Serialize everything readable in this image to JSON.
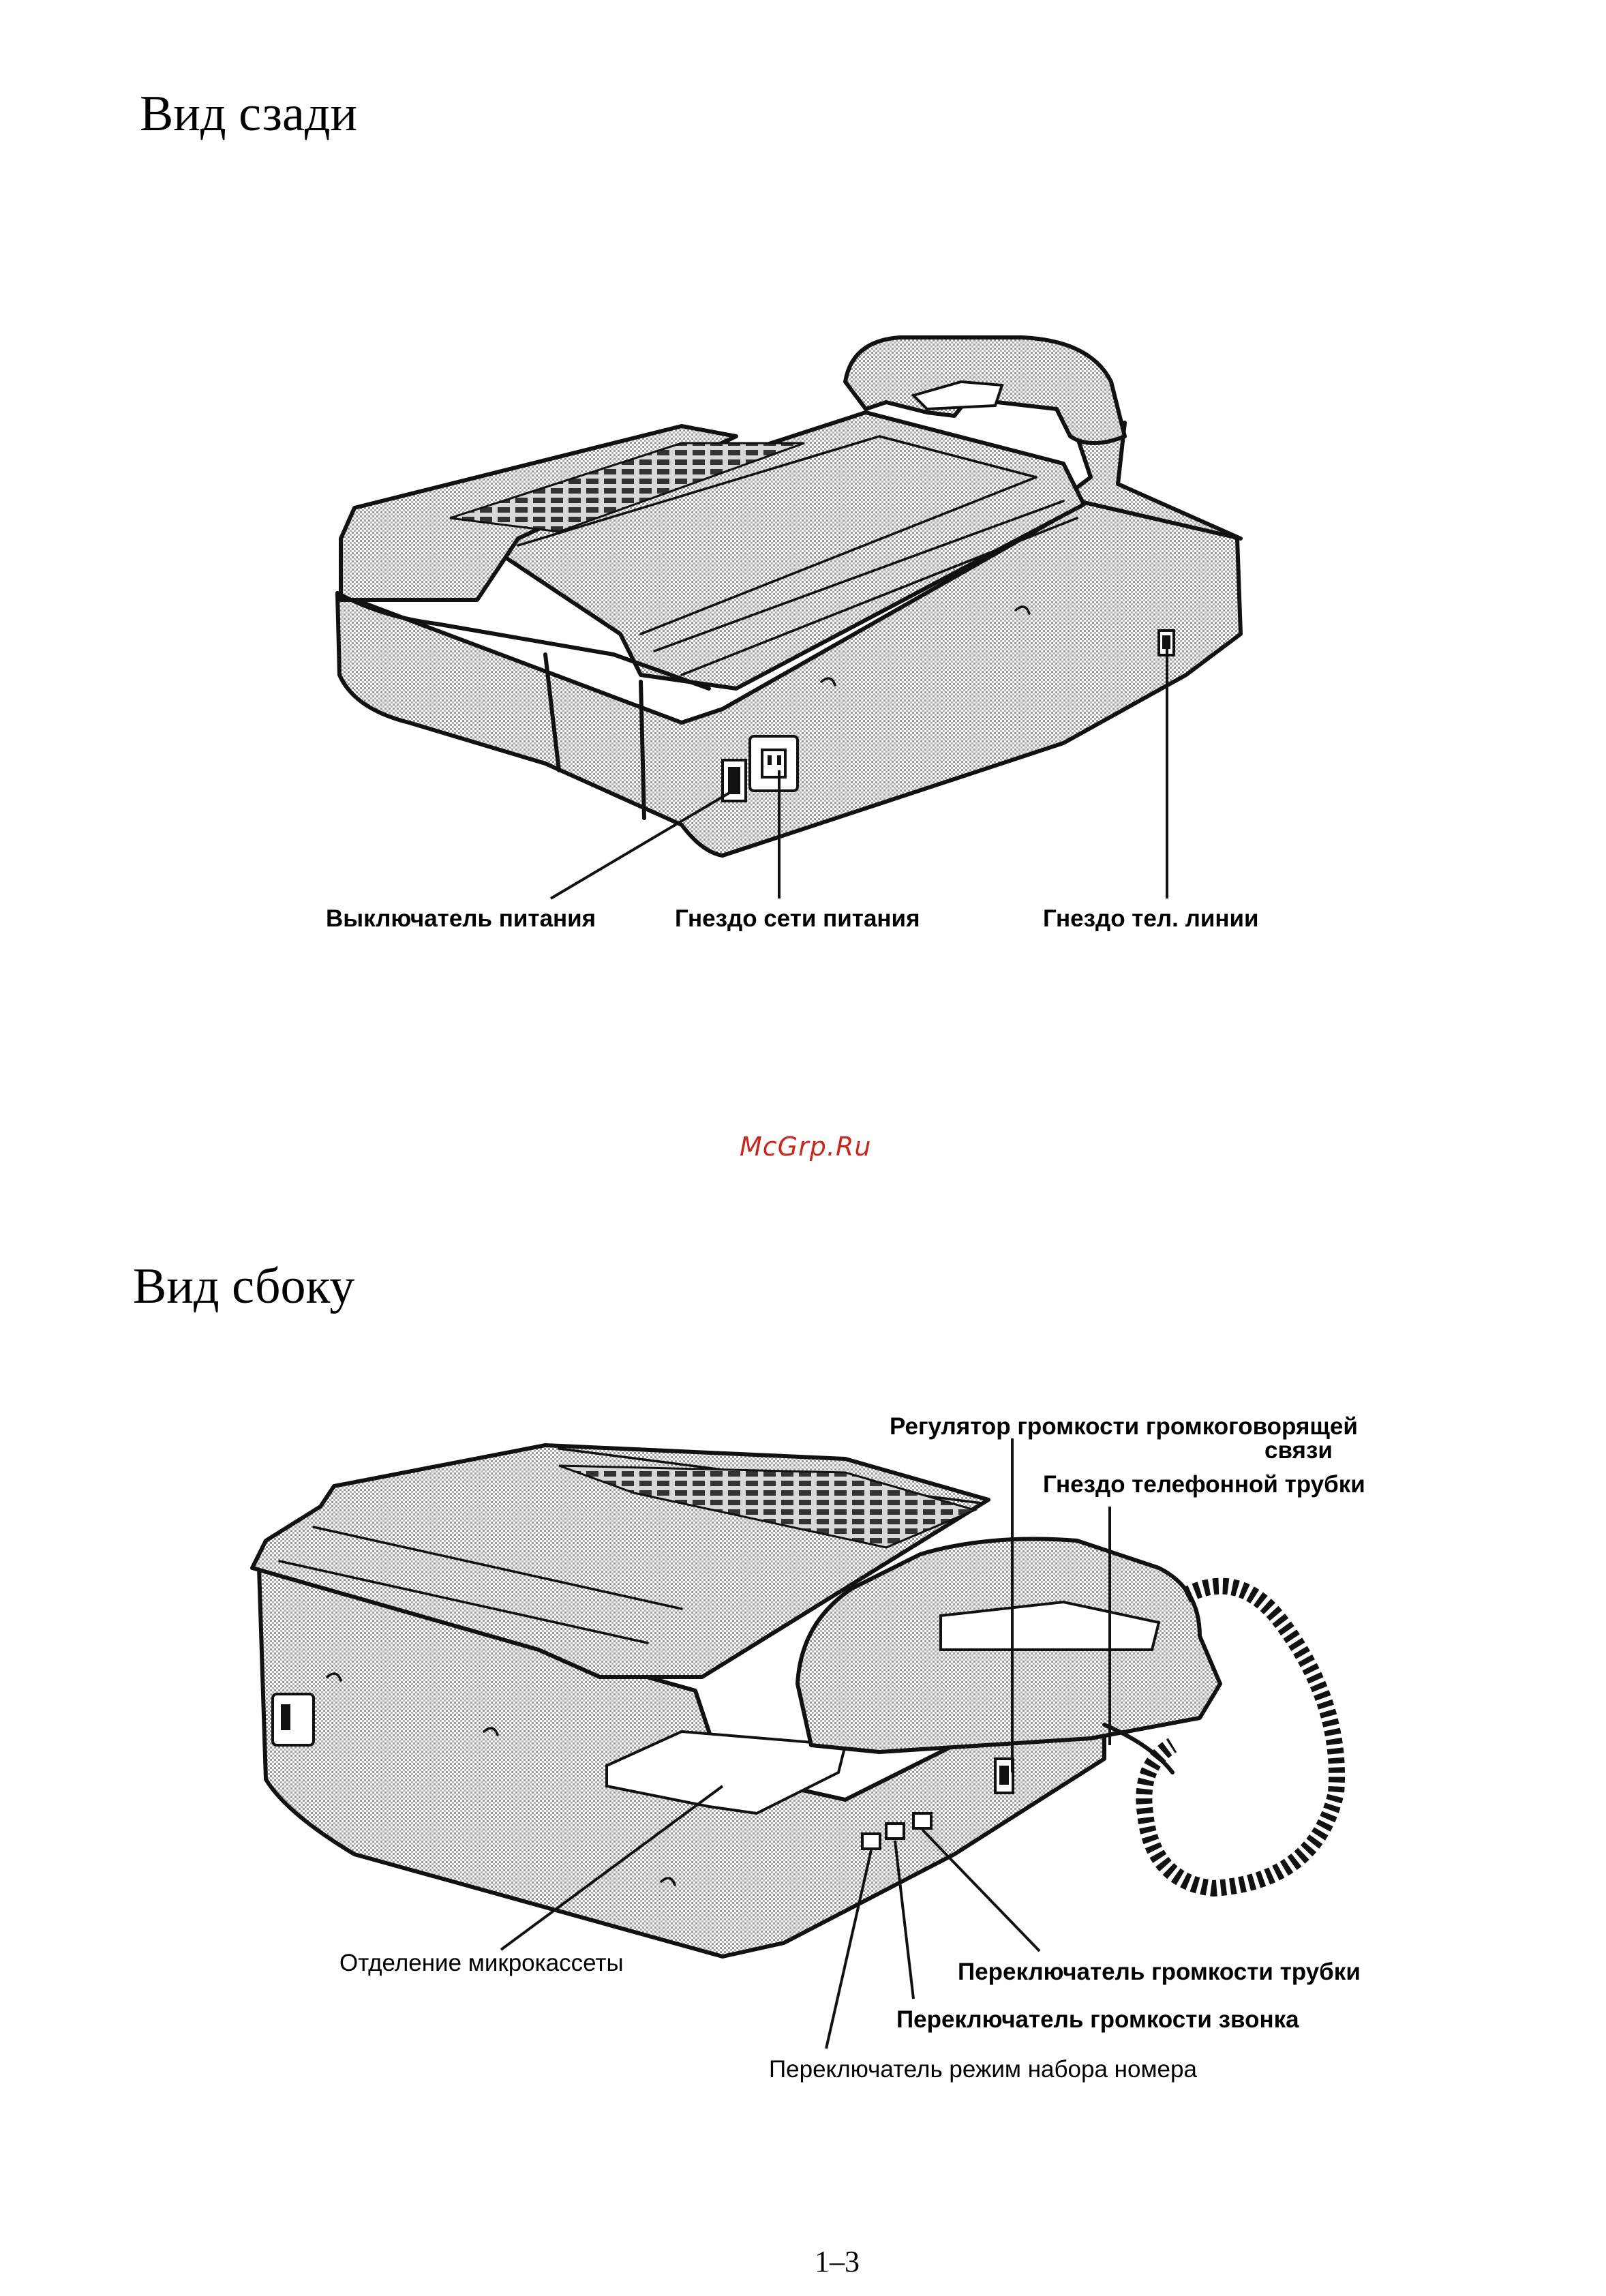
{
  "sections": {
    "rear": {
      "title": "Вид сзади",
      "labels": {
        "power_switch": "Выключатель питания",
        "power_socket": "Гнездо сети питания",
        "line_jack": "Гнездо тел. линии"
      }
    },
    "side": {
      "title": "Вид сбоку",
      "labels": {
        "speaker_volume_line1": "Регулятор громкости громкоговорящей",
        "speaker_volume_line2": "связи",
        "handset_jack": "Гнездо телефонной трубки",
        "microcassette": "Отделение микрокассеты",
        "handset_volume_switch": "Переключатель громкости трубки",
        "ringer_volume_switch": "Переключатель громкости звонка",
        "dial_mode_switch": "Переключатель режим набора номера"
      }
    }
  },
  "watermark": "McGrp.Ru",
  "page_number": "1–3"
}
